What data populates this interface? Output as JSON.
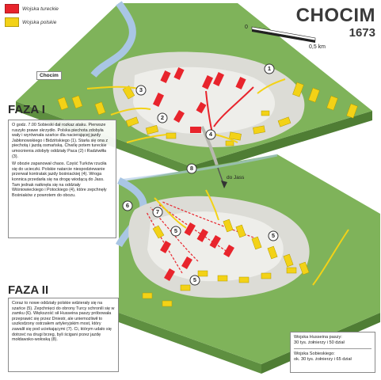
{
  "title": "CHOCIM",
  "year": "1673",
  "legend": {
    "turkish": {
      "label": "Wojska tureckie",
      "color": "#e8242c"
    },
    "polish": {
      "label": "Wojska polskie",
      "color": "#f3d217"
    }
  },
  "scale": {
    "zero": "0",
    "end": "0,5 km"
  },
  "place_labels": {
    "chocim": "Chocim",
    "jassy": "do Jass"
  },
  "phase1": {
    "heading": "FAZA I",
    "paragraphs": [
      "O godz. 7.00 Sobieski dał rozkaz ataku. Pierwsze ruszyło prawe skrzydło. Polska piechota zdobyła wały i wyrównała szańce dla nacierającej jazdy Jabłonowskiego i Bidzińskiego (1). Starła się ona z piechotą i jazdą osmańską. Chwilę potem tureckie umocnienia zdobyły oddziały Paca (2) i Radziwiłła (3).",
      "W obozie zapanował chaos. Część Turków rzuciła się do ucieczki. Polskie natarcie niespodziewanie przerwał kontratak jazdy bośniackiej (4). Wroga konnica przedarła się na drogę wiodącą do Jass. Tam jednak natknęła się na oddziały Wiśniowieckiego i Potockiego (4), które zepchnęły Bośniaków z powrotem do obozu."
    ]
  },
  "phase2": {
    "heading": "FAZA II",
    "paragraphs": [
      "Coraz to nowe oddziały polskie wdzierały się na szańce (5). Zepchnięci do obrony Turcy schronili się w zamku (6). Większość sił Husseina paszy próbowała przeprawić się przez Dniestr, ale uniemożliwił to uszkodzony ostrzałem artyleryjskim most, który zawalił się pod uciekającymi (7). Ci, którym udało się dotrzeć na drugi brzeg, byli ścigani przez jazdę mołdawsko-wołoską (8)."
    ]
  },
  "stats": {
    "turkish": [
      "Wojska Husseina paszy:",
      "30 tys. żołnierzy i 50 dział"
    ],
    "polish": [
      "Wojska Sobieskiego:",
      "ok. 30 tys. żołnierzy i 65 dział"
    ]
  },
  "markers": {
    "m1": "1",
    "m2": "2",
    "m3": "3",
    "m4": "4",
    "m5a": "5",
    "m5b": "5",
    "m5c": "5",
    "m6": "6",
    "m7": "7",
    "m8": "8"
  },
  "colors": {
    "terrain": "#7fb35a",
    "terrain_light": "#a9cf86",
    "camp": "#dcdcd6",
    "river": "#a9c6e4",
    "turkish": "#e8242c",
    "polish": "#f3d217"
  }
}
